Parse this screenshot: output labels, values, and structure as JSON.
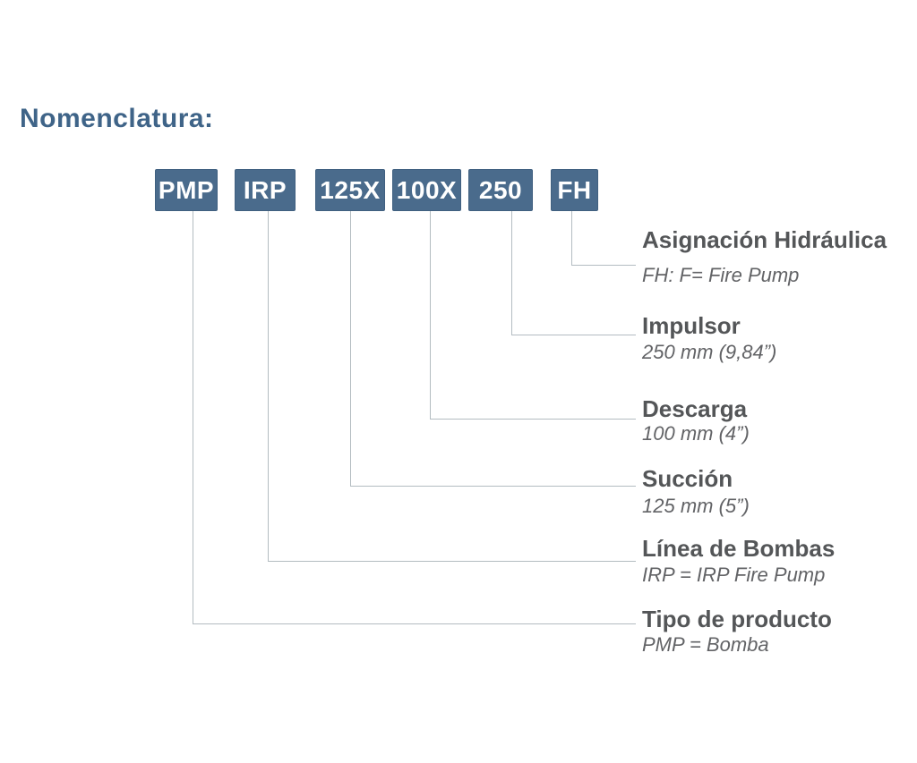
{
  "header": {
    "title": "Nomenclatura:"
  },
  "blocks": [
    {
      "label": "PMP"
    },
    {
      "label": "IRP"
    },
    {
      "label": "125X"
    },
    {
      "label": "100X"
    },
    {
      "label": "250"
    },
    {
      "label": "FH"
    }
  ],
  "legend": [
    {
      "block": "FH",
      "title": "Asignación Hidráulica",
      "subtitle": "FH: F= Fire Pump"
    },
    {
      "block": "250",
      "title": "Impulsor",
      "subtitle": "250 mm (9,84”)"
    },
    {
      "block": "100X",
      "title": "Descarga",
      "subtitle": "100 mm (4”)"
    },
    {
      "block": "125X",
      "title": "Succión",
      "subtitle": "125 mm (5”)"
    },
    {
      "block": "IRP",
      "title": "Línea de Bombas",
      "subtitle": "IRP = IRP Fire Pump"
    },
    {
      "block": "PMP",
      "title": "Tipo de producto",
      "subtitle": "PMP = Bomba"
    }
  ],
  "colors": {
    "background": "#ffffff",
    "title_text": "#3f6488",
    "block_background": "#4a6b8c",
    "block_border": "#406080",
    "block_text": "#ffffff",
    "legend_title_text": "#545658",
    "legend_subtitle_text": "#626366",
    "connector_line": "#b3bcc1"
  }
}
